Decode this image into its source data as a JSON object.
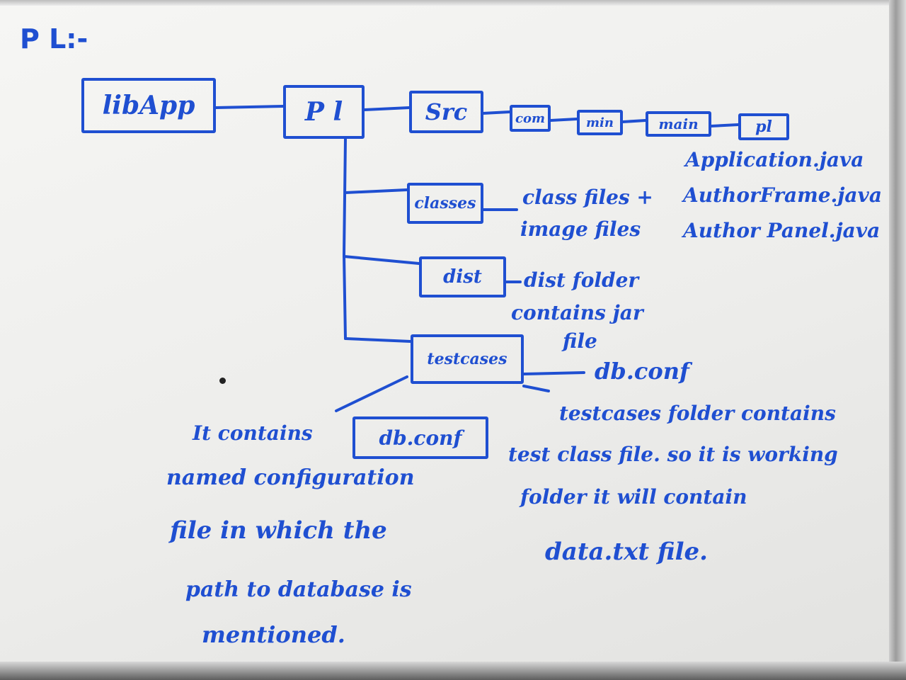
{
  "title": "P L:-",
  "nodes": {
    "libapp": "libApp",
    "pl": "P l",
    "src": "Src",
    "com": "com",
    "min": "min",
    "main": "main",
    "pl2": "pl",
    "classes": "classes",
    "dist": "dist",
    "testcases": "testcases",
    "dbconf": "db.conf"
  },
  "notes": {
    "src_files": [
      "Application.java",
      "AuthorFrame.java",
      "Author Panel.java"
    ],
    "classes_note": [
      "class files +",
      "image files"
    ],
    "dist_note": [
      "dist folder",
      "contains jar",
      "file"
    ],
    "testcases_dbconf": "db.conf",
    "testcases_note": [
      "testcases folder contains",
      "test class file. so it is working",
      "folder it will contain",
      "data.txt file."
    ],
    "dbconf_prefix": "It contains",
    "dbconf_note": [
      "named configuration",
      "file in which the",
      "path to database is",
      "mentioned."
    ]
  },
  "colors": {
    "ink": "#1f4fd1",
    "board": "#f2f2f0"
  }
}
